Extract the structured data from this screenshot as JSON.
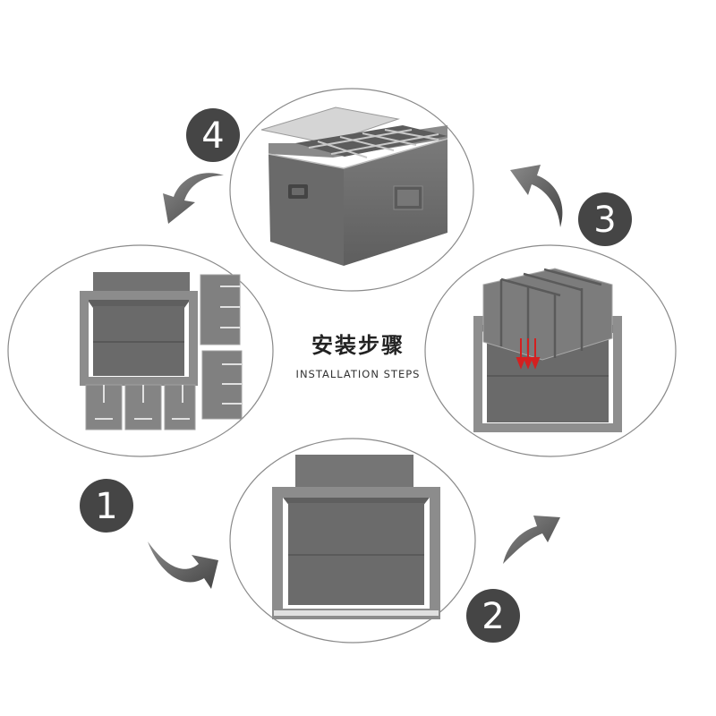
{
  "title": "安装步骤",
  "subtitle": "INSTALLATION STEPS",
  "steps": [
    {
      "number": "1",
      "image": "unfolded-box-with-divider-panels"
    },
    {
      "number": "2",
      "image": "opened-box"
    },
    {
      "number": "3",
      "image": "inserting-grid-dividers"
    },
    {
      "number": "4",
      "image": "finished-box-with-lid"
    }
  ],
  "colors": {
    "badge": "#454545",
    "badge_text": "#ffffff",
    "arrow": "#555555",
    "fabric": "#6e6e6e",
    "insert_arrow": "#d42020",
    "circle_outline": "#8a8a8a"
  }
}
